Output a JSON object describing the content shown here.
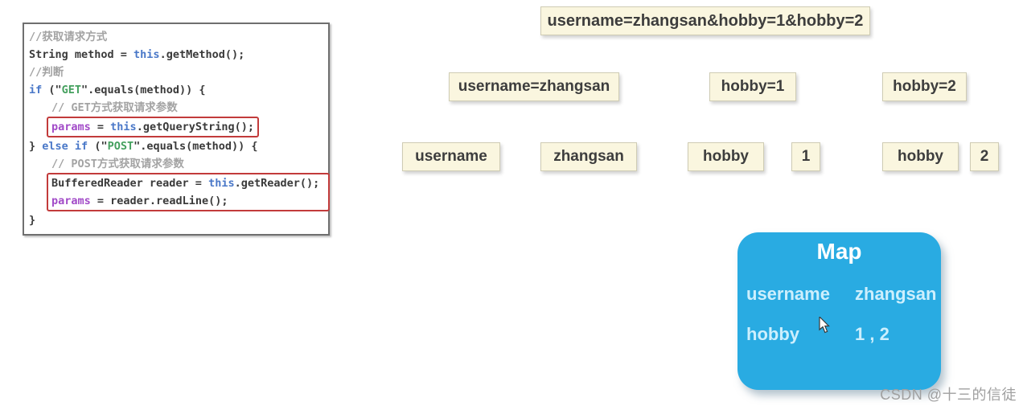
{
  "colors": {
    "box_bg": "#faf6df",
    "box_border": "#cfccb4",
    "box_text": "#3d3d3d",
    "map_bg": "#29abe2",
    "map_title_text": "#ffffff",
    "map_row_text": "#cdeffd",
    "code_red_box": "#c23b3b",
    "code_comment": "#a3a3a3",
    "code_plain": "#3a3a3a",
    "code_keyword": "#4a78c8",
    "code_string": "#44a05e",
    "code_variable": "#a24bc8"
  },
  "code_block": {
    "groups": [
      {
        "boxed": false,
        "lines": [
          {
            "ind": 0,
            "tokens": [
              [
                "cmt",
                "//获取请求方式"
              ]
            ]
          },
          {
            "ind": 0,
            "tokens": [
              [
                "plain",
                "String method = "
              ],
              [
                "kw",
                "this"
              ],
              [
                "plain",
                ".getMethod();"
              ]
            ]
          },
          {
            "ind": 0,
            "tokens": [
              [
                "cmt",
                "//判断"
              ]
            ]
          },
          {
            "ind": 0,
            "tokens": [
              [
                "kw",
                "if"
              ],
              [
                "plain",
                " (\""
              ],
              [
                "str",
                "GET"
              ],
              [
                "plain",
                "\".equals(method)) {"
              ]
            ]
          },
          {
            "ind": 1,
            "tokens": [
              [
                "cmt",
                "// GET方式获取请求参数"
              ]
            ]
          }
        ]
      },
      {
        "boxed": true,
        "full": false,
        "lines": [
          {
            "ind": 0,
            "tokens": [
              [
                "var",
                "params"
              ],
              [
                "plain",
                " = "
              ],
              [
                "kw",
                "this"
              ],
              [
                "plain",
                ".getQueryString();"
              ]
            ]
          }
        ]
      },
      {
        "boxed": false,
        "lines": [
          {
            "ind": 0,
            "tokens": [
              [
                "plain",
                "} "
              ],
              [
                "kw",
                "else"
              ],
              [
                "plain",
                " "
              ],
              [
                "kw",
                "if"
              ],
              [
                "plain",
                " (\""
              ],
              [
                "str",
                "POST"
              ],
              [
                "plain",
                "\".equals(method)) {"
              ]
            ]
          },
          {
            "ind": 1,
            "tokens": [
              [
                "cmt",
                "// POST方式获取请求参数"
              ]
            ]
          }
        ]
      },
      {
        "boxed": true,
        "full": true,
        "lines": [
          {
            "ind": 0,
            "tokens": [
              [
                "plain",
                "BufferedReader reader = "
              ],
              [
                "kw",
                "this"
              ],
              [
                "plain",
                ".getReader();"
              ]
            ]
          },
          {
            "ind": 0,
            "tokens": [
              [
                "var",
                "params"
              ],
              [
                "plain",
                " = reader.readLine();"
              ]
            ]
          }
        ]
      },
      {
        "boxed": false,
        "lines": [
          {
            "ind": 0,
            "tokens": [
              [
                "plain",
                "}"
              ]
            ]
          }
        ]
      }
    ]
  },
  "query_string": {
    "full": "username=zhangsan&hobby=1&hobby=2"
  },
  "pairs": [
    "username=zhangsan",
    "hobby=1",
    "hobby=2"
  ],
  "tokens": [
    "username",
    "zhangsan",
    "hobby",
    "1",
    "hobby",
    "2"
  ],
  "map": {
    "title": "Map",
    "entries": [
      {
        "key": "username",
        "value": "zhangsan"
      },
      {
        "key": "hobby",
        "value": "1 , 2"
      }
    ]
  },
  "cursor_icon": "arrow-cursor",
  "watermark": "CSDN @十三的信徒"
}
